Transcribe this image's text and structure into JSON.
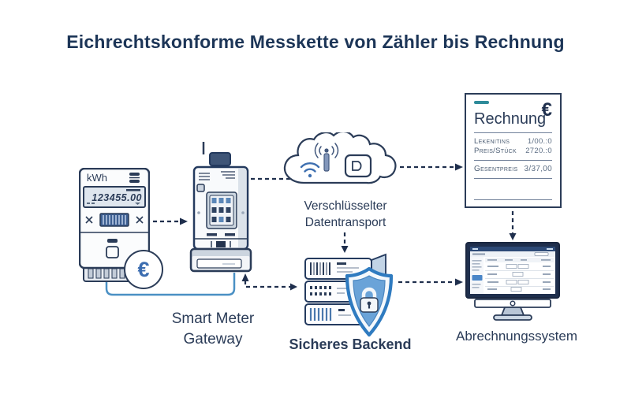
{
  "title": "Eichrechtskonforme Messkette von Zähler bis Rechnung",
  "meter": {
    "unit_label": "kWh",
    "reading": "123455.00",
    "currency_symbol": "€"
  },
  "gateway": {
    "label_line1": "Smart Meter",
    "label_line2": "Gateway"
  },
  "cloud": {
    "caption_line1": "Verschlüsselter",
    "caption_line2": "Datentransport"
  },
  "backend": {
    "label": "Sicheres Backend"
  },
  "invoice": {
    "title": "Rechnung",
    "currency_symbol": "€",
    "rows": [
      {
        "label": "Lekenitins",
        "value": "1/00.:0"
      },
      {
        "label": "Preis/Stück",
        "value": "2720.:0"
      }
    ],
    "total": {
      "label": "Gesentpreis",
      "value": "3/37,00"
    }
  },
  "billing_system": {
    "label": "Abrechnungssystem"
  },
  "colors": {
    "navy_text": "#1c3557",
    "outline_navy": "#2b3c58",
    "accent_blue": "#3c6db0",
    "shield_border": "#2f7bc0",
    "shield_fill": "#6aa3d8",
    "teal_accent": "#2e8b9a",
    "cable_blue": "#4a90c4",
    "lcd_background": "#dfe6ee"
  }
}
